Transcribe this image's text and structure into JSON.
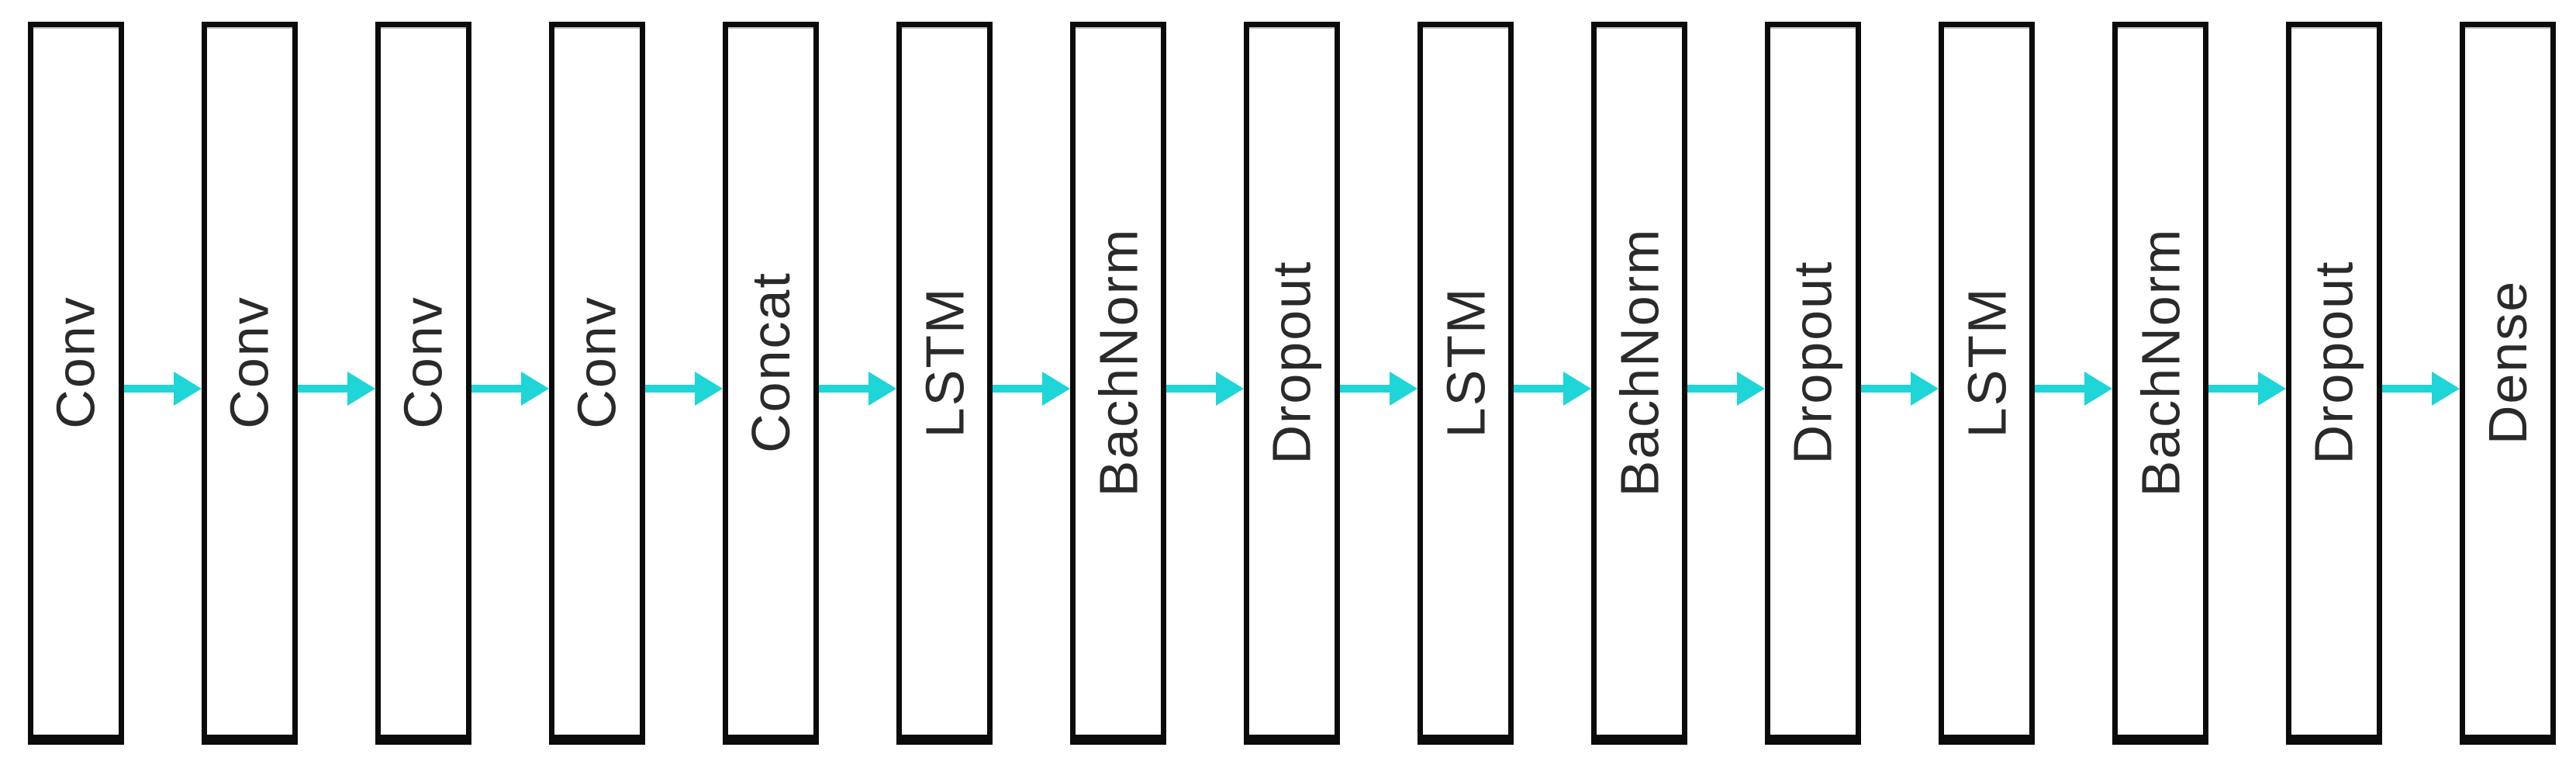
{
  "diagram": {
    "type": "neural-network-flow",
    "direction": "left-to-right",
    "connector": "arrow-right",
    "layers": [
      {
        "label": "Conv"
      },
      {
        "label": "Conv"
      },
      {
        "label": "Conv"
      },
      {
        "label": "Conv"
      },
      {
        "label": "Concat"
      },
      {
        "label": "LSTM"
      },
      {
        "label": "BachNorm"
      },
      {
        "label": "Dropout"
      },
      {
        "label": "LSTM"
      },
      {
        "label": "BachNorm"
      },
      {
        "label": "Dropout"
      },
      {
        "label": "LSTM"
      },
      {
        "label": "BachNorm"
      },
      {
        "label": "Dropout"
      },
      {
        "label": "Dense"
      }
    ]
  },
  "colors": {
    "arrow": "#1ed5d8",
    "box_border": "#0b0b0b",
    "box_fill": "#ffffff",
    "label_text": "#2a2a2a",
    "background": "#ffffff"
  }
}
